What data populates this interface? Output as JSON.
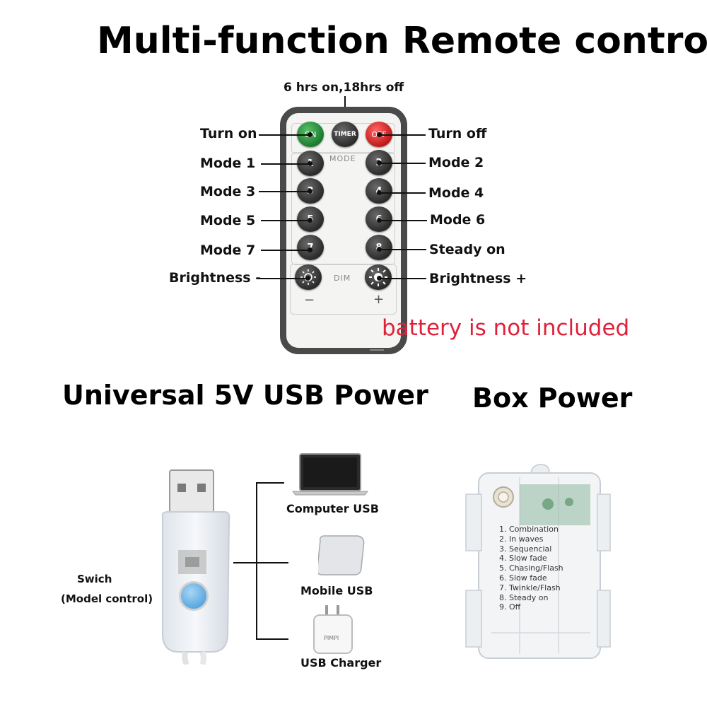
{
  "titles": {
    "main": "Multi-function Remote control",
    "usb": "Universal 5V USB Power",
    "box": "Box Power"
  },
  "remote": {
    "timer_caption": "6 hrs on,18hrs off",
    "buttons": {
      "on": "ON",
      "timer": "TIMER",
      "off": "OFF",
      "n1": "1",
      "n2": "2",
      "n3": "3",
      "n4": "4",
      "n5": "5",
      "n6": "6",
      "n7": "7",
      "n8": "8"
    },
    "mode_label": "MODE",
    "dim_label": "DIM",
    "minus": "−",
    "plus": "+",
    "labels": {
      "turn_on": "Turn on",
      "turn_off": "Turn off",
      "mode1": "Mode 1",
      "mode2": "Mode 2",
      "mode3": "Mode 3",
      "mode4": "Mode 4",
      "mode5": "Mode 5",
      "mode6": "Mode 6",
      "mode7": "Mode 7",
      "steady_on": "Steady on",
      "brightness_minus": "Brightness -",
      "brightness_plus": "Brightness +"
    },
    "battery_note": "battery is not included"
  },
  "usb": {
    "switch_label": "Swich",
    "switch_sub": "(Model control)",
    "computer": "Computer USB",
    "mobile": "Mobile USB",
    "charger": "USB Charger",
    "charger_brand": "PIMPI"
  },
  "box": {
    "modes": [
      "1. Combination",
      "2. In waves",
      "3. Sequencial",
      "4. Slow fade",
      "5. Chasing/Flash",
      "6. Slow fade",
      "7. Twinkle/Flash",
      "8. Steady on",
      "9. Off"
    ]
  },
  "colors": {
    "note_red": "#e0213b",
    "on_green": "#2e9a44",
    "off_red": "#d62a2a",
    "usb_button_blue": "#6fb6e8"
  }
}
